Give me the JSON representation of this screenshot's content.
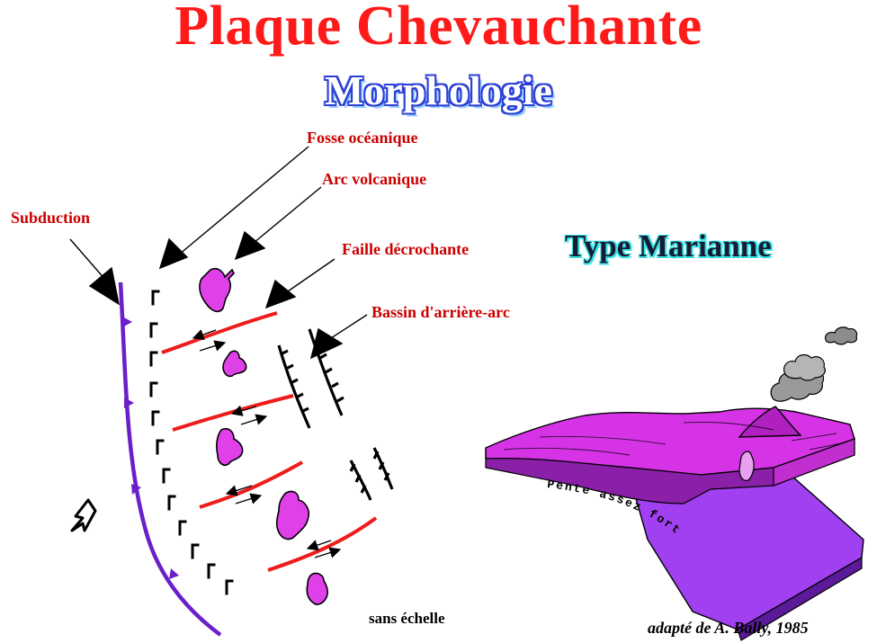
{
  "header": {
    "title": "Plaque Chevauchante",
    "subtitle": "Morphologie"
  },
  "labels": {
    "fosse": "Fosse océanique",
    "arc": "Arc volcanique",
    "subduction": "Subduction",
    "faille": "Faille décrochante",
    "bassin": "Bassin d'arrière-arc",
    "type": "Type Marianne",
    "pente": "Pente assez forte",
    "echelle": "sans échelle",
    "credit": "adapté de A. Bally, 1985"
  },
  "colors": {
    "title": "#ff1a1a",
    "label": "#cc0000",
    "type_label": "#1a1a33",
    "subduction_line": "#6a1fc9",
    "transform_fault": "#ee1c1c",
    "volcano": "#e040e8",
    "upper_plate": "#d633e6",
    "slab": "#a040f0",
    "ink": "#000000"
  },
  "icons": {
    "arrow": "hollow-arrow-icon",
    "smoke": "smoke-cloud-icon"
  }
}
